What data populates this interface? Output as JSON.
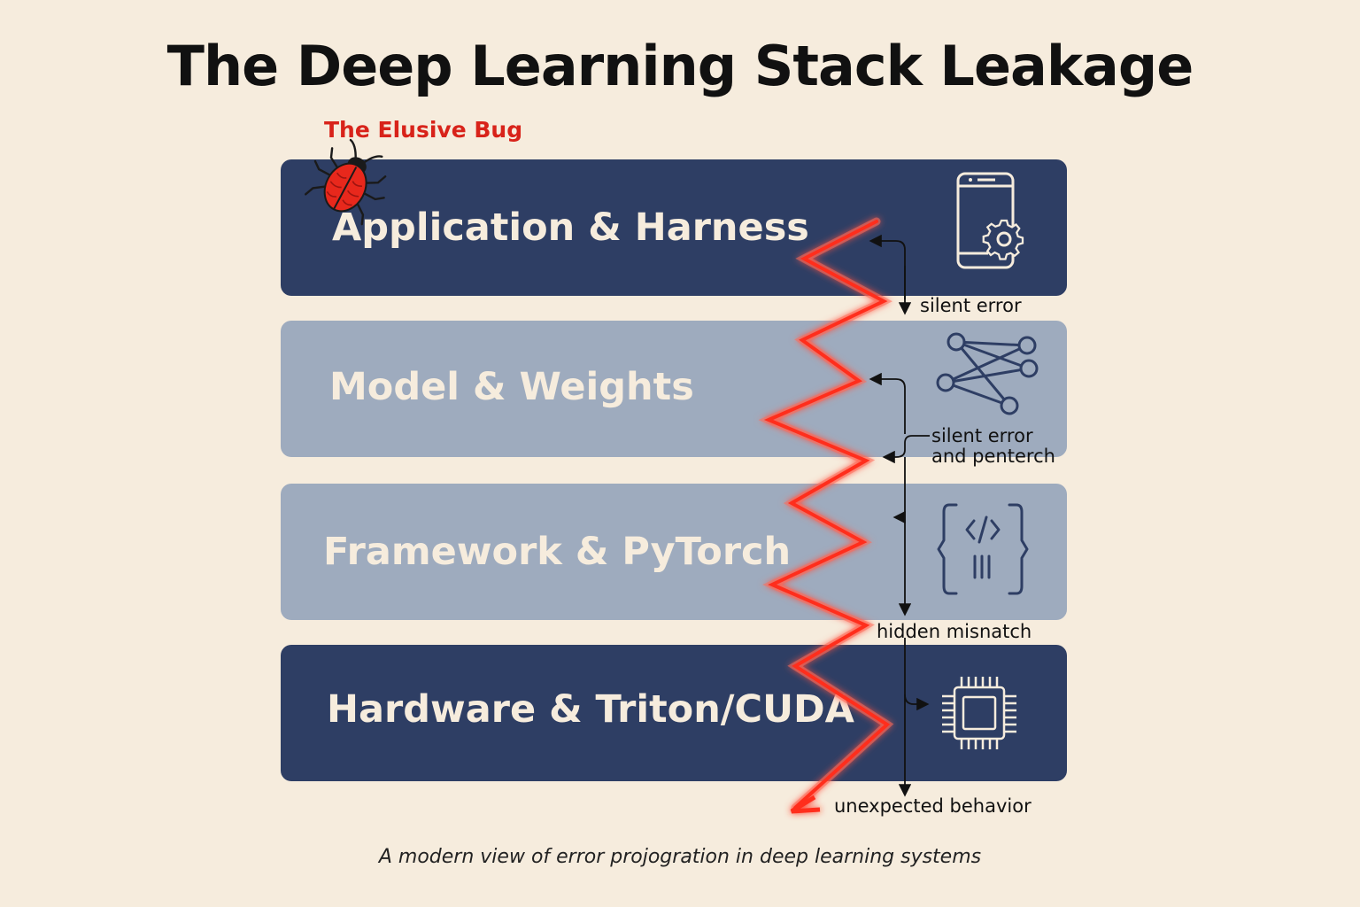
{
  "title": "The Deep Learning Stack Leakage",
  "bug_label": "The Elusive Bug",
  "layers": [
    {
      "label": "Application & Harness",
      "icon": "smartphone-settings-icon"
    },
    {
      "label": "Model & Weights",
      "icon": "neural-network-icon"
    },
    {
      "label": "Framework & PyTorch",
      "icon": "code-brackets-icon"
    },
    {
      "label": "Hardware & Triton/CUDA",
      "icon": "cpu-chip-icon"
    }
  ],
  "annotations": {
    "silent_error": "silent error",
    "silent_error_2_line1": "silent error",
    "silent_error_2_line2": "and penterch",
    "hidden_mismatch": "hidden misnatch",
    "unexpected_behavior": "unexpected behavior"
  },
  "caption": "A modern view of error projogration in deep learning systems",
  "colors": {
    "background": "#f6ecdd",
    "dark_layer": "#2e3e64",
    "light_layer": "#9eabbe",
    "bug_red": "#d8231a",
    "zigzag_glow": "#ff3a2a"
  }
}
